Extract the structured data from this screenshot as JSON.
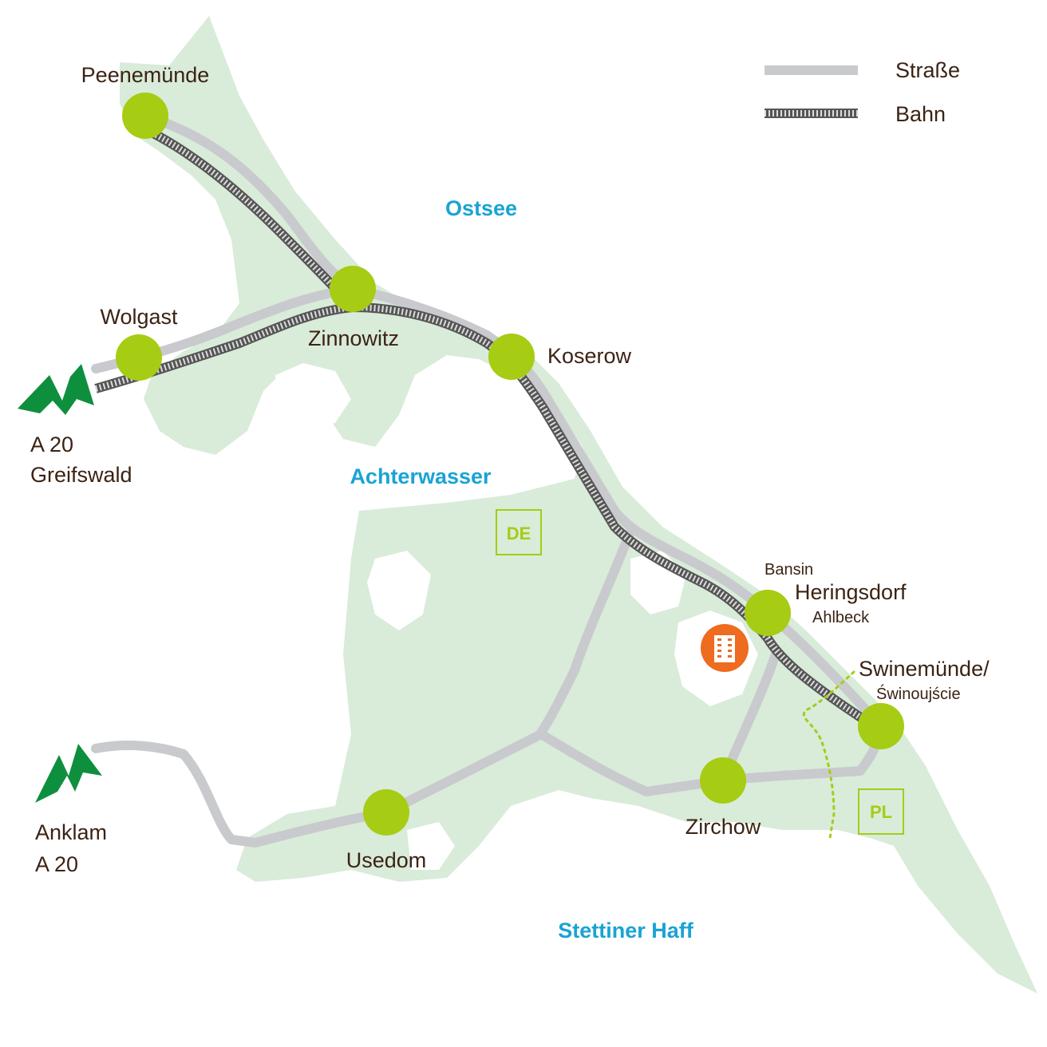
{
  "legend": {
    "road_label": "Straße",
    "rail_label": "Bahn"
  },
  "places": {
    "peenemuende": "Peenemünde",
    "wolgast": "Wolgast",
    "zinnowitz": "Zinnowitz",
    "koserow": "Koserow",
    "bansin": "Bansin",
    "heringsdorf": "Heringsdorf",
    "ahlbeck": "Ahlbeck",
    "swinemuende": "Swinemünde/",
    "swinoujscie": "Świnoujście",
    "zirchow": "Zirchow",
    "usedom": "Usedom",
    "greifswald_route": "A 20",
    "greifswald": "Greifswald",
    "anklam": "Anklam",
    "anklam_route": "A 20"
  },
  "water": {
    "ostsee": "Ostsee",
    "achterwasser": "Achterwasser",
    "stettiner_haff": "Stettiner Haff"
  },
  "country_markers": {
    "de": "DE",
    "pl": "PL"
  },
  "icons": {
    "hotel": "hotel-building-icon",
    "arrow": "double-arrow-icon"
  },
  "colors": {
    "land": "#d9ebd9",
    "road": "#c9cacd",
    "rail": "#555555",
    "town": "#a6cc14",
    "hotel": "#ee6b1f",
    "arrow": "#0e8f3e",
    "water_label": "#1aa3d4",
    "marker": "#a6cc14",
    "border": "#a6cc14"
  }
}
